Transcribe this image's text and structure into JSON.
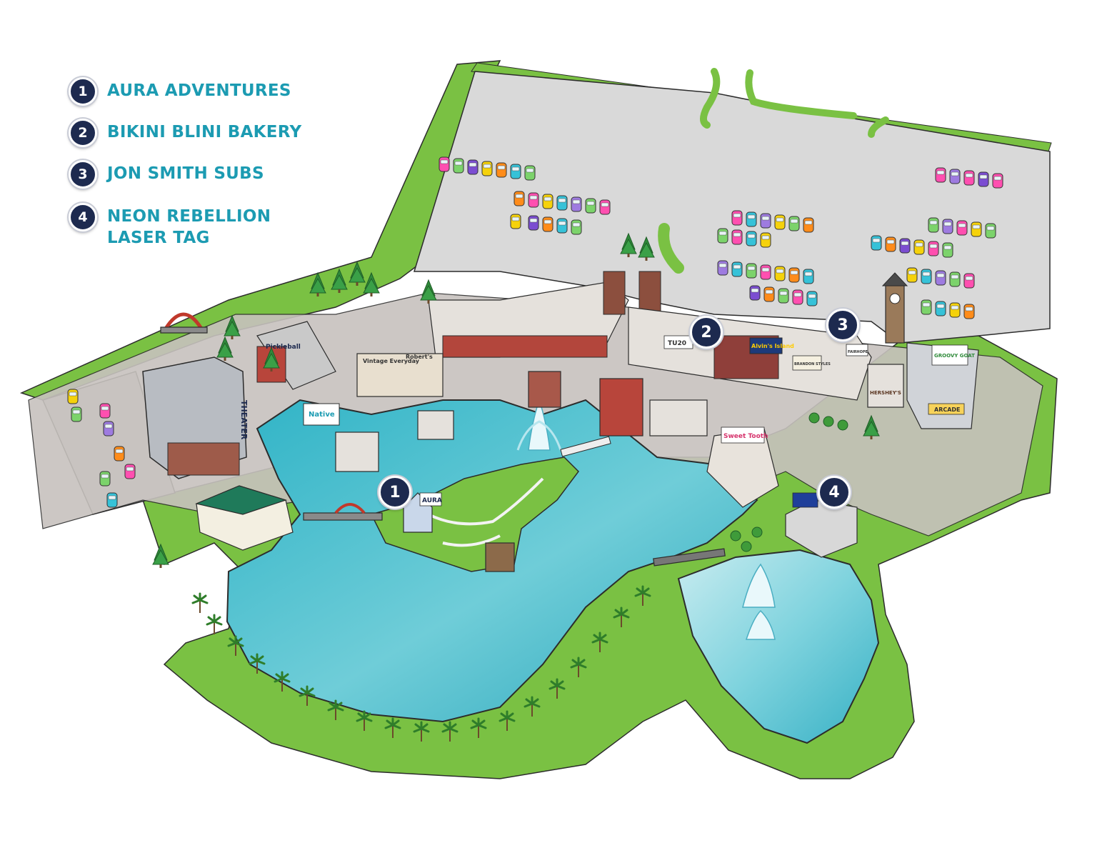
{
  "legend": {
    "items": [
      {
        "number": "1",
        "label": "AURA ADVENTURES"
      },
      {
        "number": "2",
        "label": "BIKINI BLINI BAKERY"
      },
      {
        "number": "3",
        "label": "JON SMITH SUBS"
      },
      {
        "number": "4",
        "label": "NEON REBELLION LASER TAG"
      }
    ]
  },
  "markers": [
    {
      "number": "1"
    },
    {
      "number": "2"
    },
    {
      "number": "3"
    },
    {
      "number": "4"
    }
  ],
  "signs": {
    "theater": "THEATER",
    "aura": "AURA",
    "alvins_island": "Alvin's Island",
    "groovy_goat": "GROOVY GOAT",
    "arcade": "ARCADE",
    "brandon_styles": "BRANDON STYLES",
    "fairhope": "FAIRHOPE",
    "pickleball": "Pickleball",
    "native": "Native",
    "sweet_tooth": "Sweet Tooth",
    "tu20": "TU20",
    "vintage": "Vintage Everyday",
    "robert": "Robert's",
    "hershey": "HERSHEY'S"
  },
  "colors": {
    "grass": "#7ac143",
    "grass_dark": "#4f9a2e",
    "water": "#3fb8c8",
    "water_light": "#a9dfe6",
    "parking": "#d9d9d9",
    "walkway": "#c7c2be",
    "badge": "#1d2a4f",
    "legend_text": "#1c9bb2"
  }
}
